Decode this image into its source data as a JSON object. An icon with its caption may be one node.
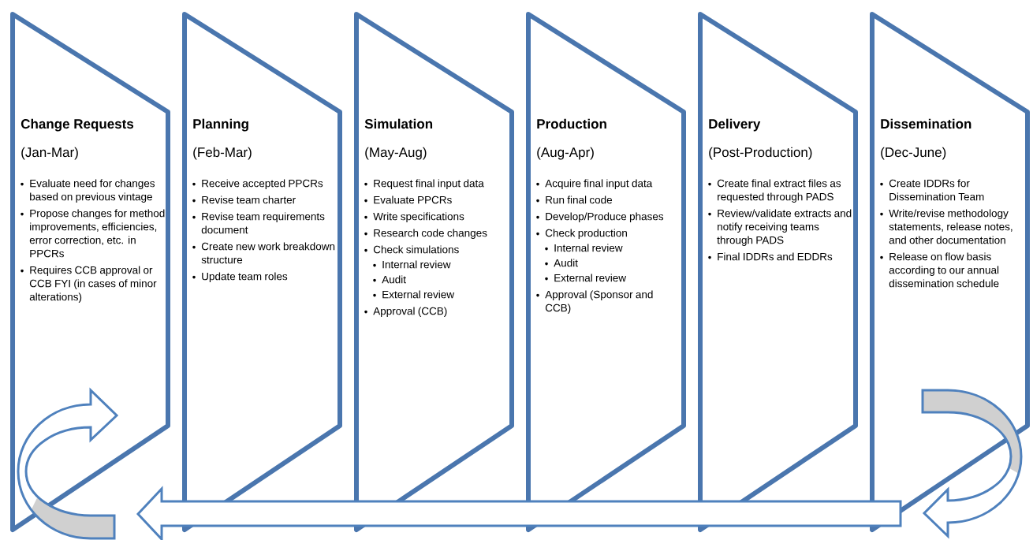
{
  "diagram": {
    "nodes": [
      {
        "text": [
          "Change Requests",
          "(Jan-Mar)",
          "Evaluate need for changes based on previous vintage",
          "Propose changes for method improvements, efficiencies, error correction, etc. in PPCRs",
          "Requires CCB approval or CCB FYI (in cases of minor alterations)"
        ]
      },
      {
        "text": [
          "Planning",
          "(Feb-Mar)",
          "Receive accepted PPCRs",
          "Revise team charter",
          "Revise team requirements document",
          "Create new work breakdown structure",
          "Update team roles"
        ]
      },
      {
        "text": [
          "Simulation",
          "(May-Aug)",
          "Request final input data",
          "Evaluate PPCRs",
          "Write specifications",
          "Research code changes",
          "Check simulations",
          "Internal review",
          "Audit",
          "External review",
          "Approval (CCB)"
        ]
      },
      {
        "text": [
          "Production",
          "(Aug-Apr)",
          "Acquire final input data",
          "Run final code",
          "Develop/Produce phases",
          "Check production",
          "Internal review",
          "Audit",
          "External review",
          "Approval (Sponsor and CCB)"
        ]
      },
      {
        "text": [
          "Delivery",
          "(Post-Production)",
          "Create final extract files as requested through PADS",
          "Review/validate extracts and notify receiving teams through PADS",
          "Final IDDRs and EDDRs"
        ]
      },
      {
        "text": [
          "Dissemination",
          "(Dec-June)",
          "Create IDDRs for Dissemination Team",
          "Write/revise methodology statements, release notes, and other documentation",
          "Release on flow basis according to our annual dissemination schedule"
        ]
      }
    ],
    "edges": [
      {
        "from": 5,
        "to": 0,
        "arrow": "to"
      },
      {
        "from": 5,
        "to": null,
        "arrow": "to"
      },
      {
        "from": null,
        "to": 0,
        "arrow": "to"
      }
    ]
  }
}
